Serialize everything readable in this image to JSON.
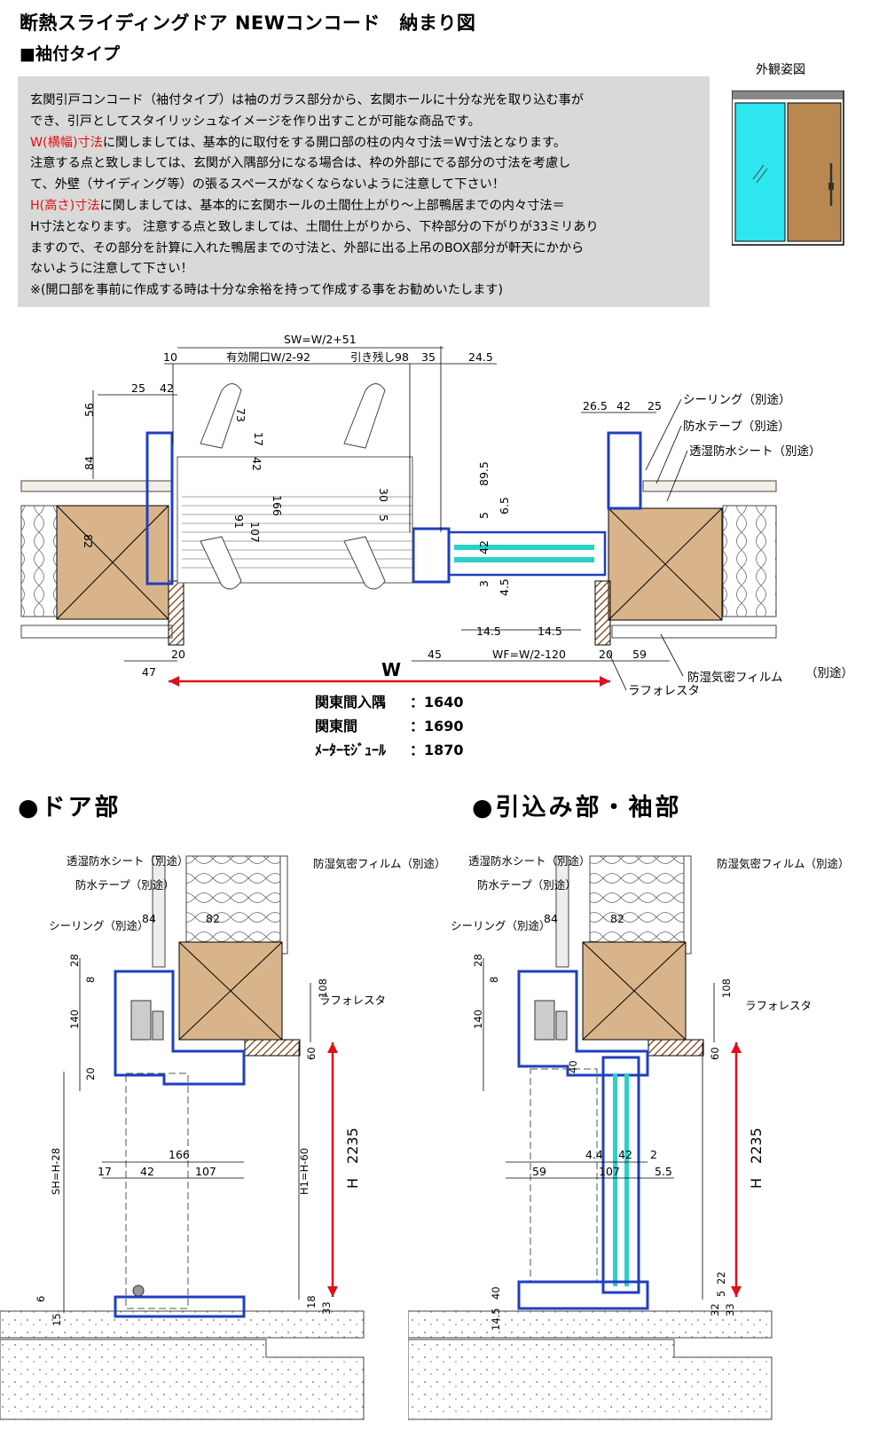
{
  "header": {
    "title": "断熱スライディングドア NEWコンコード　納まり図",
    "subtitle": "■袖付タイプ"
  },
  "notes": {
    "line1": "玄関引戸コンコード（袖付タイプ）は袖のガラス部分から、玄関ホールに十分な光を取り込む事が",
    "line2": "でき、引戸としてスタイリッシュなイメージを作り出すことが可能な商品です。",
    "line3_red": "W(横幅)寸法",
    "line3": "に関しましては、基本的に取付をする開口部の柱の内々寸法＝W寸法となります。",
    "line4": "注意する点と致しましては、玄関が入隅部分になる場合は、枠の外部にでる部分の寸法を考慮し",
    "line5": "て、外壁（サイディング等）の張るスペースがなくならないように注意して下さい！",
    "line6_red": "H(高さ)寸法",
    "line6": "に関しましては、基本的に玄関ホールの土間仕上がり～上部鴨居までの内々寸法＝",
    "line7": "H寸法となります。 注意する点と致しましては、土間仕上がりから、下枠部分の下がりが33ミリあり",
    "line8": "ますので、その部分を計算に入れた鴨居までの寸法と、外部に出る上吊のBOX部分が軒天にかから",
    "line9": "ないように注意して下さい！",
    "line10": "※(開口部を事前に作成する時は十分な余裕を持って作成する事をお勧めいたします)"
  },
  "exterior": {
    "label": "外観姿図",
    "glass_color": "#2ee6f0",
    "door_color": "#b98850"
  },
  "plan": {
    "dims": {
      "sw": "SW=W/2+51",
      "d10": "10",
      "effective": "有効開口W/2-92",
      "remain": "引き残し98",
      "d35": "35",
      "d245": "24.5",
      "d25": "25",
      "d42": "42",
      "d56": "56",
      "d73": "73",
      "d17": "17",
      "d42b": "42",
      "d84": "84",
      "d82": "82",
      "d166": "166",
      "d107": "107",
      "d91": "91",
      "d30": "30",
      "d5": "5",
      "d895": "89.5",
      "d5b": "5",
      "d65": "6.5",
      "d42c": "42",
      "d3": "3",
      "d45b": "4.5",
      "d265": "26.5",
      "d42d": "42",
      "d25b": "25",
      "d145a": "14.5",
      "d145b": "14.5",
      "d20a": "20",
      "d45": "45",
      "wf": "WF=W/2-120",
      "d20b": "20",
      "d59": "59",
      "d47": "47",
      "w": "W"
    },
    "labels": {
      "sealing": "シーリング（別途）",
      "tape": "防水テープ（別途）",
      "sheet": "透湿防水シート（別途）",
      "film": "防湿気密フィルム",
      "film_note": "（別途）",
      "lath": "ラフォレスタ"
    },
    "sizes": {
      "row1_label": "関東間入隅",
      "row1_value": "1640",
      "row2_label": "関東間",
      "row2_value": "1690",
      "row3_label": "ﾒｰﾀｰﾓｼﾞｭｰﾙ",
      "row3_value": "1870",
      "sep": "："
    },
    "colors": {
      "frame": "#1f3fbf",
      "wood": "#d9b48a",
      "glass": "#2bd0c8",
      "dim_red": "#e0101a"
    }
  },
  "sections": {
    "door_title": "●ドア部",
    "side_title": "●引込み部・袖部",
    "left": {
      "sheet": "透湿防水シート（別途）",
      "tape": "防水テープ（別途）",
      "sealing": "シーリング（別途）",
      "film": "防湿気密フィルム（別途）",
      "lath": "ラフォレスタ",
      "d84": "84",
      "d82": "82",
      "d28": "28",
      "d8": "8",
      "d140": "140",
      "d20": "20",
      "d108": "108",
      "d60": "60",
      "d166": "166",
      "d17": "17",
      "d42": "42",
      "d107": "107",
      "sh": "SH=H-28",
      "h1": "H1=H-60",
      "h": "H　2235",
      "d6": "6",
      "d15": "15",
      "d18": "18",
      "d33": "33"
    },
    "right": {
      "sheet": "透湿防水シート（別途）",
      "tape": "防水テープ（別途）",
      "sealing": "シーリング（別途）",
      "film": "防湿気密フィルム（別途）",
      "lath": "ラフォレスタ",
      "d84": "84",
      "d82": "82",
      "d28": "28",
      "d8": "8",
      "d140": "140",
      "d40": "40",
      "d108": "108",
      "d60": "60",
      "d44": "4.4",
      "d42": "42",
      "d2": "2",
      "d59": "59",
      "d107": "107",
      "d55": "5.5",
      "h": "H　2235",
      "d40b": "40",
      "d145": "14.5",
      "d32": "32",
      "d5": "5",
      "d22": "22",
      "d33": "33"
    }
  }
}
